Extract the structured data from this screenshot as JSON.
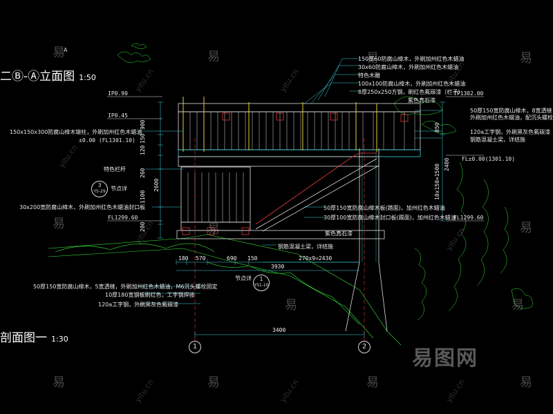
{
  "titles": {
    "elevation": "二Ⓑ-Ⓐ立面图",
    "elevation_scale": "1:50",
    "section": "剖面图一",
    "section_scale": "1:30",
    "axis_a_marker": "A"
  },
  "labels_top_right": [
    "150厚60防腐山樟木，外刷加州红色木蜡油",
    "30x60防腐山樟木，外刷加州红色木蜡油",
    "特色木雕",
    "100x100防腐山樟木，外刷加州红色木蜡油",
    "8厚250x250方钢，刷红色氟碳漆（栏子）",
    "紫色真石漆"
  ],
  "labels_right": [
    "50厚150宽防腐山樟木，8宽透缝",
    "外刷加州红色木蜡油，配沉头螺栓固定",
    "120a工字钢，外刷黑灰色氟碳漆",
    "钢筋混凝土梁，详结施"
  ],
  "labels_left": [
    "150x150x300防腐山樟木墩柱，外刷加州红色木蜡油",
    "特色栏杆",
    "30x200宽防腐山樟木，外刷加州红色木蜡油封口板"
  ],
  "labels_stair": [
    "50厚150宽防腐山樟木板(踏面)，加州红色木蜡油",
    "30厚100宽防腐山樟木封口板(踢面)，加州红色木蜡油",
    "紫色真石漆"
  ],
  "labels_bottom": [
    "钢筋混凝土梁，详结施",
    "50厚150宽防腐山樟木，5宽透缝，外刷加州红色木蜡油，M6沉头螺栓固定",
    "10厚180宽钢板刷红色，工字钢焊接",
    "120a工字钢，外刷黑灰色氟碳漆"
  ],
  "levels": {
    "top_left": "IP0.90",
    "mid_left": "IP0.45",
    "left_zero": "±0.00 (FL1301.10)",
    "left_bottom": "FL1299.60",
    "right_top": "TP1302.00",
    "right_mid": "FL±0.00(1301.10)",
    "right_bottom": "FL1299.60"
  },
  "detail_refs": {
    "ref1_top": "3",
    "ref1_bottom": "YS-29",
    "ref1_caption": "节点详",
    "ref2_top": "1",
    "ref2_bottom": "YS1-10",
    "ref2_caption": "节点详"
  },
  "dims_h_upper": [
    "180",
    "570",
    "690",
    "150"
  ],
  "dim_total_mid": "3930",
  "dim_stair": "270x9=2430",
  "dim_total_bottom": "3400",
  "dims_v_left": [
    "900",
    "150",
    "120",
    "260",
    "2600",
    "1100",
    "200"
  ],
  "dims_v_right": [
    "850",
    "2400",
    "10x150=1500"
  ],
  "axes": [
    "1",
    "2"
  ],
  "watermark": {
    "char": "易",
    "url": "yitu.cn",
    "logo": "易图网"
  },
  "colors": {
    "background": "#000000",
    "line_green": "#36e83a",
    "line_cyan": "#3fd8e6",
    "line_white": "#e0e0e0",
    "line_red": "#e03a3a",
    "line_yellow": "#e6d23a",
    "text": "#ffffff"
  }
}
